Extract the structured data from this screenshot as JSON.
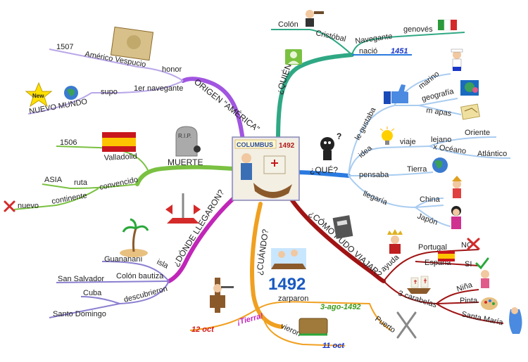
{
  "center": {
    "title": "COLUMBUS",
    "year": "1492"
  },
  "quien": {
    "label": "¿QUIÉN?",
    "name_first": "Colón",
    "name_second": "Cristóbal",
    "navegante": "Navegante",
    "genoves": "genovés",
    "nacio": "nació",
    "birth_year": "1451"
  },
  "que": {
    "label": "¿QUÉ?",
    "le_gustaba": "le gustaba",
    "marino": "marino",
    "geografia": "geografía",
    "mapas": "m apas",
    "idea": "idea",
    "viaje": "viaje",
    "lejano": "lejano",
    "oriente": "Oriente",
    "oceano": "x Océano",
    "atlantico": "Atlántico",
    "pensaba": "pensaba",
    "tierra": "Tierra",
    "llegaria": "llegaría",
    "china": "China",
    "japon": "Japón"
  },
  "como": {
    "label": "¿CÓMO PUDO VIAJAR?",
    "ayuda": "ayuda",
    "portugal": "Portugal",
    "no": "NO",
    "espana": "España",
    "si": "SI",
    "carabelas": "3 carabelas",
    "nina": "Niña",
    "pinta": "Pinta",
    "santa_maria": "Santa María"
  },
  "cuando": {
    "label": "¿CUÁNDO?",
    "year_big": "1492",
    "zarparon": "zarparon",
    "depart_date": "3-ago-1492",
    "puerto": "Puerto",
    "tierra_excl": "¡Tierra!",
    "date_12": "12 oct",
    "vieron": "vieron",
    "date_11": "11 oct"
  },
  "donde": {
    "label": "¿DÓNDE LLEGARON?",
    "isla": "isla",
    "guanahani": "Guanahaní",
    "colon_bautiza": "Colón bautiza",
    "san_salvador": "San Salvador",
    "descubrieron": "descubrieron",
    "cuba": "Cuba",
    "santo_domingo": "Santo Domingo"
  },
  "muerte": {
    "label": "MUERTE",
    "valladolid": "Valladolid",
    "year": "1506",
    "convencido": "convencido",
    "ruta": "ruta",
    "asia": "ASIA",
    "continente": "continente",
    "nuevo": "nuevo",
    "rip": "R.I.P."
  },
  "origen": {
    "label": "ORIGEN \"AMÉRICA\"",
    "honor": "honor",
    "americo": "Américo Vespucio",
    "year": "1507",
    "primer_navegante": "1er navegante",
    "supo": "supo",
    "nuevo_mundo": "NUEVO MUNDO",
    "new_badge": "New"
  },
  "colors": {
    "quien": "#2fa884",
    "que": "#2a7ae0",
    "que_light": "#a9ccf0",
    "como": "#a01414",
    "cuando": "#f0a020",
    "donde": "#c026b8",
    "donde_light": "#8a7fd0",
    "muerte": "#7ac142",
    "origen": "#a155e0",
    "origen_light": "#b9a6e8",
    "date_red": "#d41a1a",
    "date_blue": "#1a36c8",
    "date_green": "#3a9a1a"
  }
}
